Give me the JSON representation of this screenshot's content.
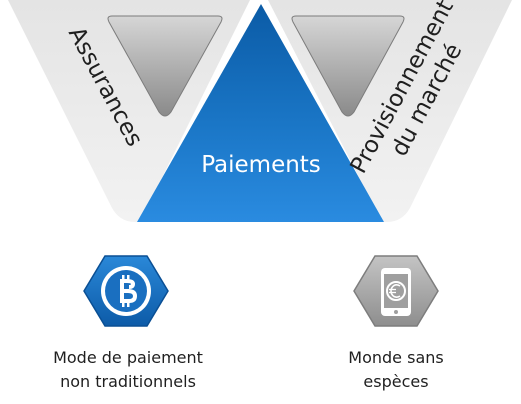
{
  "labels": {
    "center": "Paiements",
    "left": "Assurances",
    "right_line1": "Provisionnement",
    "right_line2": "du marché"
  },
  "icons": {
    "left": "bitcoin-icon",
    "right": "smartphone-euro-icon"
  },
  "captions": {
    "left_line1": "Mode de paiement",
    "left_line2": "non traditionnels",
    "right_line1": "Monde sans",
    "right_line2": "espèces"
  },
  "colors": {
    "center_triangle": "#1a6fc0",
    "side_panel": "#e9e9e9",
    "gray_triangle": "#b5b5b5",
    "blue_hex": "#1a71bf",
    "gray_hex": "#a9a9a9"
  }
}
